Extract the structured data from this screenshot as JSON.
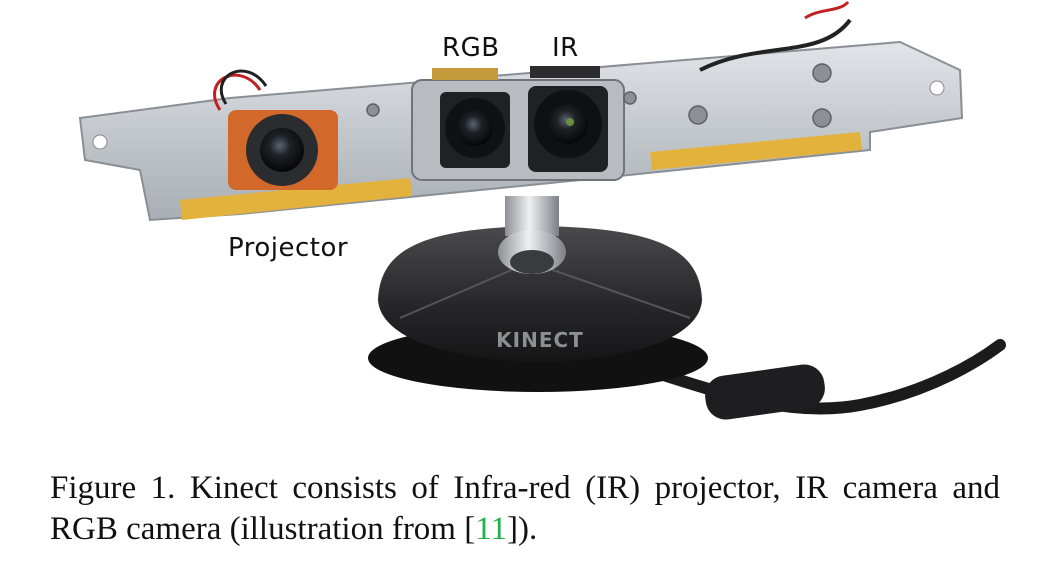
{
  "figure": {
    "labels": {
      "rgb": "RGB",
      "ir": "IR",
      "projector": "Projector"
    },
    "device_brand_text": "KINECT",
    "caption": {
      "before": "Figure 1. Kinect consists of Infra-red (IR) projector, IR camera and RGB camera (illustration from [",
      "citation": "11",
      "after": "])."
    }
  },
  "colors": {
    "citation": "#22b14c",
    "text": "#111111",
    "metal": "#c9cdd2",
    "kapton_tape": "#e3b23c",
    "base": "#2b2b2d"
  }
}
